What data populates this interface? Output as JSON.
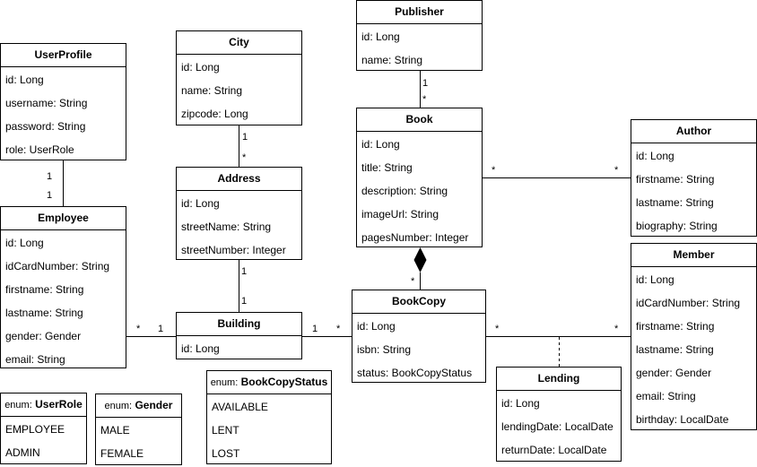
{
  "classes": {
    "publisher": {
      "name": "Publisher",
      "attrs": [
        "id: Long",
        "name: String"
      ]
    },
    "city": {
      "name": "City",
      "attrs": [
        "id: Long",
        "name: String",
        "zipcode: Long"
      ]
    },
    "userprofile": {
      "name": "UserProfile",
      "attrs": [
        "id: Long",
        "username: String",
        "password: String",
        "role: UserRole"
      ]
    },
    "book": {
      "name": "Book",
      "attrs": [
        "id: Long",
        "title: String",
        "description: String",
        "imageUrl: String",
        "pagesNumber: Integer"
      ]
    },
    "author": {
      "name": "Author",
      "attrs": [
        "id: Long",
        "firstname: String",
        "lastname: String",
        "biography: String"
      ]
    },
    "address": {
      "name": "Address",
      "attrs": [
        "id: Long",
        "streetName: String",
        "streetNumber: Integer"
      ]
    },
    "employee": {
      "name": "Employee",
      "attrs": [
        "id: Long",
        "idCardNumber: String",
        "firstname: String",
        "lastname: String",
        "gender: Gender",
        "email: String"
      ]
    },
    "member": {
      "name": "Member",
      "attrs": [
        "id: Long",
        "idCardNumber: String",
        "firstname: String",
        "lastname: String",
        "gender: Gender",
        "email: String",
        "birthday: LocalDate"
      ]
    },
    "building": {
      "name": "Building",
      "attrs": [
        "id: Long"
      ]
    },
    "bookcopy": {
      "name": "BookCopy",
      "attrs": [
        "id: Long",
        "isbn: String",
        "status: BookCopyStatus"
      ]
    },
    "lending": {
      "name": "Lending",
      "attrs": [
        "id: Long",
        "lendingDate: LocalDate",
        "returnDate: LocalDate"
      ]
    },
    "userrole": {
      "stereotype": "enum:",
      "name": "UserRole",
      "attrs": [
        "EMPLOYEE",
        "ADMIN"
      ]
    },
    "gender": {
      "stereotype": "enum:",
      "name": "Gender",
      "attrs": [
        "MALE",
        "FEMALE"
      ]
    },
    "bookcopystatus": {
      "stereotype": "enum:",
      "name": "BookCopyStatus",
      "attrs": [
        "AVAILABLE",
        "LENT",
        "LOST"
      ]
    }
  },
  "multiplicities": [
    "1",
    "*",
    "1",
    "*",
    "1",
    "1",
    "*",
    "*",
    "1",
    "1",
    "*",
    "1",
    "1",
    "*",
    "*",
    "*",
    "*"
  ],
  "colors": {
    "line": "#000000",
    "background": "#ffffff"
  }
}
